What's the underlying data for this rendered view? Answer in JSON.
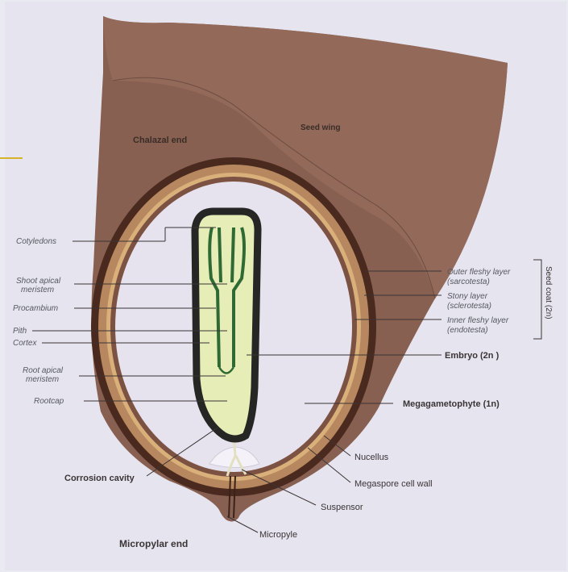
{
  "labels": {
    "seed_wing": "Seed wing",
    "chalazal_end": "Chalazal end",
    "cotyledons": "Cotyledons",
    "shoot_apical_meristem_1": "Shoot apical",
    "shoot_apical_meristem_2": "meristem",
    "procambium": "Procambium",
    "pith": "Pith",
    "cortex": "Cortex",
    "root_apical_meristem_1": "Root apical",
    "root_apical_meristem_2": "meristem",
    "rootcap": "Rootcap",
    "corrosion_cavity": "Corrosion cavity",
    "micropylar_end": "Micropylar end",
    "outer_fleshy_layer_1": "Outer fleshy layer",
    "outer_fleshy_layer_2": "(sarcotesta)",
    "stony_layer_1": "Stony layer",
    "stony_layer_2": "(sclerotesta)",
    "inner_fleshy_layer_1": "Inner fleshy layer",
    "inner_fleshy_layer_2": "(endotesta)",
    "seed_coat": "Seed coat (2n)",
    "embryo": "Embryo (2n )",
    "megagametophyte": "Megagametophyte (1n)",
    "nucellus": "Nucellus",
    "megaspore_cell_wall": "Megaspore cell wall",
    "suspensor": "Suspensor",
    "micropyle": "Micropyle"
  },
  "colors": {
    "seed_brown": "#886052",
    "seed_brown_light": "#93695a",
    "outer_layer_dark": "#4a2a1f",
    "stony_layer": "#b7875f",
    "inner_layer": "#d9b07a",
    "megagametophyte": "#e6e2ee",
    "embryo_fill": "#e7edb7",
    "embryo_outline": "#262624",
    "procambium": "#2f6a35",
    "accent_line": "#d7b328"
  }
}
